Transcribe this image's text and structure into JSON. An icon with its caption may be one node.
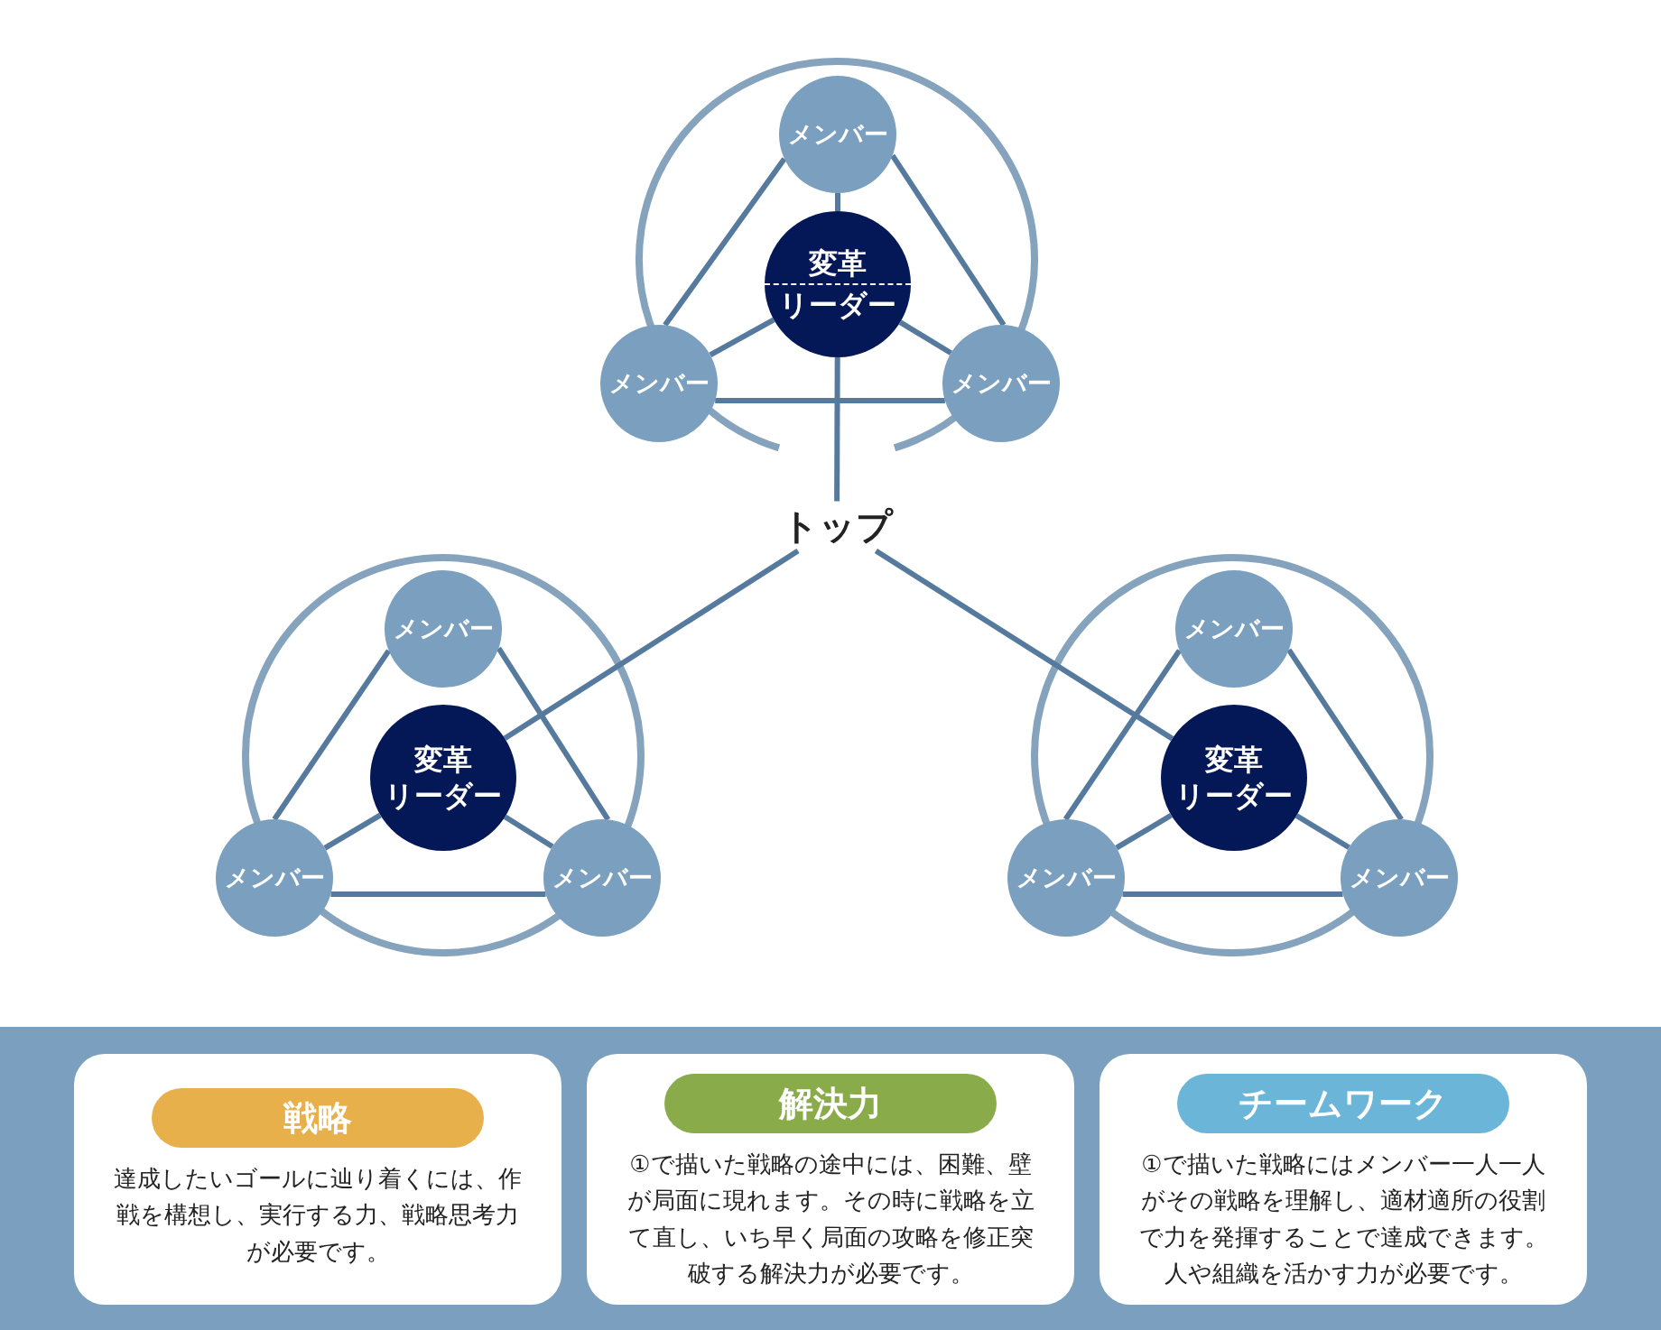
{
  "diagram": {
    "nodes": [
      {
        "text": [],
        "shape": "circle"
      },
      {
        "text": [
          "メンバー"
        ],
        "in": 0
      },
      {
        "text": [
          "変革",
          "リーダー"
        ],
        "in": 0
      },
      {
        "text": [
          "メンバー"
        ]
      },
      {
        "text": [
          "メンバー"
        ]
      },
      {
        "text": [
          "トップ"
        ]
      },
      {
        "text": [],
        "shape": "circle"
      },
      {
        "text": [
          "メンバー"
        ],
        "in": 6
      },
      {
        "text": [
          "変革",
          "リーダー"
        ],
        "in": 6
      },
      {
        "text": [
          "メンバー"
        ]
      },
      {
        "text": [
          "メンバー"
        ]
      },
      {
        "text": [],
        "shape": "circle"
      },
      {
        "text": [
          "メンバー"
        ],
        "in": 11
      },
      {
        "text": [
          "変革",
          "リーダー"
        ],
        "in": 11
      },
      {
        "text": [
          "メンバー"
        ]
      },
      {
        "text": [
          "メンバー"
        ]
      },
      {
        "text": [],
        "shape": "box"
      },
      {
        "text": [
          "達成したいゴールに辿り着くには、作戦を構想し、実行する力、戦略思考力が必要です。"
        ],
        "in": 16
      },
      {
        "text": [
          "戦略"
        ],
        "in": 17
      },
      {
        "text": [
          "①で描いた戦略の途中には、困難、壁が局面に現れます。その時に戦略を立て直し、いち早く局面の攻略を修正突破する解決力が必要です。"
        ],
        "in": 16
      },
      {
        "text": [
          "解決力"
        ],
        "in": 19
      },
      {
        "text": [
          "①で描いた戦略にはメンバー一人一人がその戦略を理解し、適材適所の役割で力を発揮することで達成できます。人や組織を活かす力が必要です。"
        ],
        "in": 16
      },
      {
        "text": [
          "チームワーク"
        ],
        "in": 21
      }
    ],
    "edges": [
      {
        "from": 1,
        "to": 2,
        "arrow": "none"
      },
      {
        "from": 2,
        "to": 3,
        "arrow": "none"
      },
      {
        "from": 2,
        "to": 4,
        "arrow": "none"
      },
      {
        "from": 1,
        "to": 3,
        "arrow": "none"
      },
      {
        "from": 1,
        "to": 4,
        "arrow": "none"
      },
      {
        "from": 3,
        "to": 4,
        "arrow": "none"
      },
      {
        "from": 2,
        "to": 5,
        "arrow": "none"
      },
      {
        "from": 5,
        "to": 8,
        "arrow": "none"
      },
      {
        "from": 5,
        "to": 13,
        "arrow": "none"
      },
      {
        "from": 8,
        "to": 9,
        "arrow": "none"
      },
      {
        "from": 8,
        "to": 10,
        "arrow": "none"
      },
      {
        "from": 7,
        "to": 9,
        "arrow": "none"
      },
      {
        "from": 7,
        "to": 10,
        "arrow": "none"
      },
      {
        "from": 9,
        "to": 10,
        "arrow": "none"
      },
      {
        "from": 13,
        "to": 14,
        "arrow": "none"
      },
      {
        "from": 13,
        "to": 15,
        "arrow": "none"
      },
      {
        "from": 12,
        "to": 14,
        "arrow": "none"
      },
      {
        "from": 12,
        "to": 15,
        "arrow": "none"
      },
      {
        "from": 14,
        "to": 15,
        "arrow": "none"
      }
    ]
  }
}
